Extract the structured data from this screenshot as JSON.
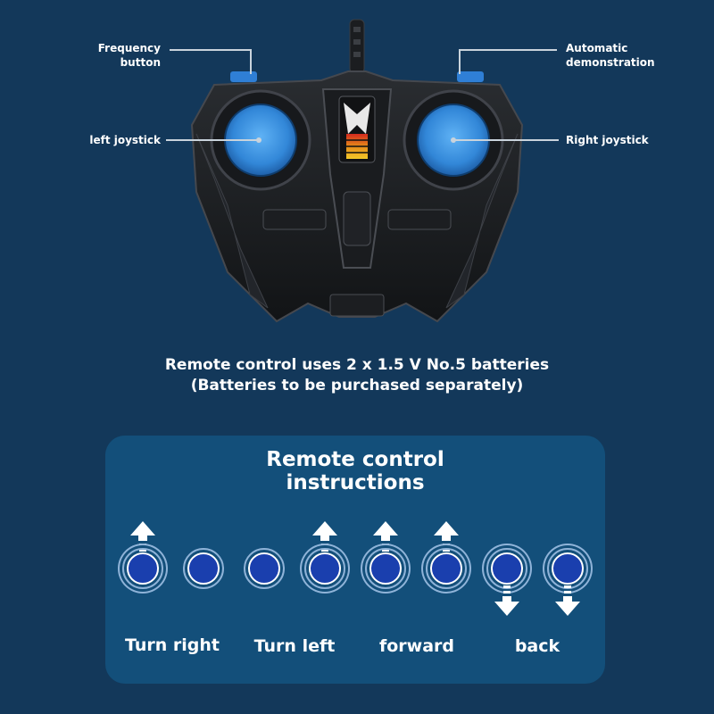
{
  "callouts": {
    "frequency_line1": "Frequency",
    "frequency_line2": "button",
    "automatic_line1": "Automatic",
    "automatic_line2": "demonstration",
    "left_joystick": "left joystick",
    "right_joystick": "Right joystick"
  },
  "battery": {
    "line1": "Remote control uses 2 x 1.5 V No.5 batteries",
    "line2": "(Batteries to be purchased separately)"
  },
  "instructions": {
    "title_line1": "Remote control",
    "title_line2": "instructions",
    "actions": [
      "Turn right",
      "Turn left",
      "forward",
      "back"
    ]
  },
  "colors": {
    "background": "#13385a",
    "panel": "#134f7a",
    "joystick_accent": "#3a8fe0",
    "stick_dot": "#1a3fae"
  },
  "icons": [
    "remote-controller-image",
    "arrow-up-icon",
    "arrow-down-icon"
  ]
}
